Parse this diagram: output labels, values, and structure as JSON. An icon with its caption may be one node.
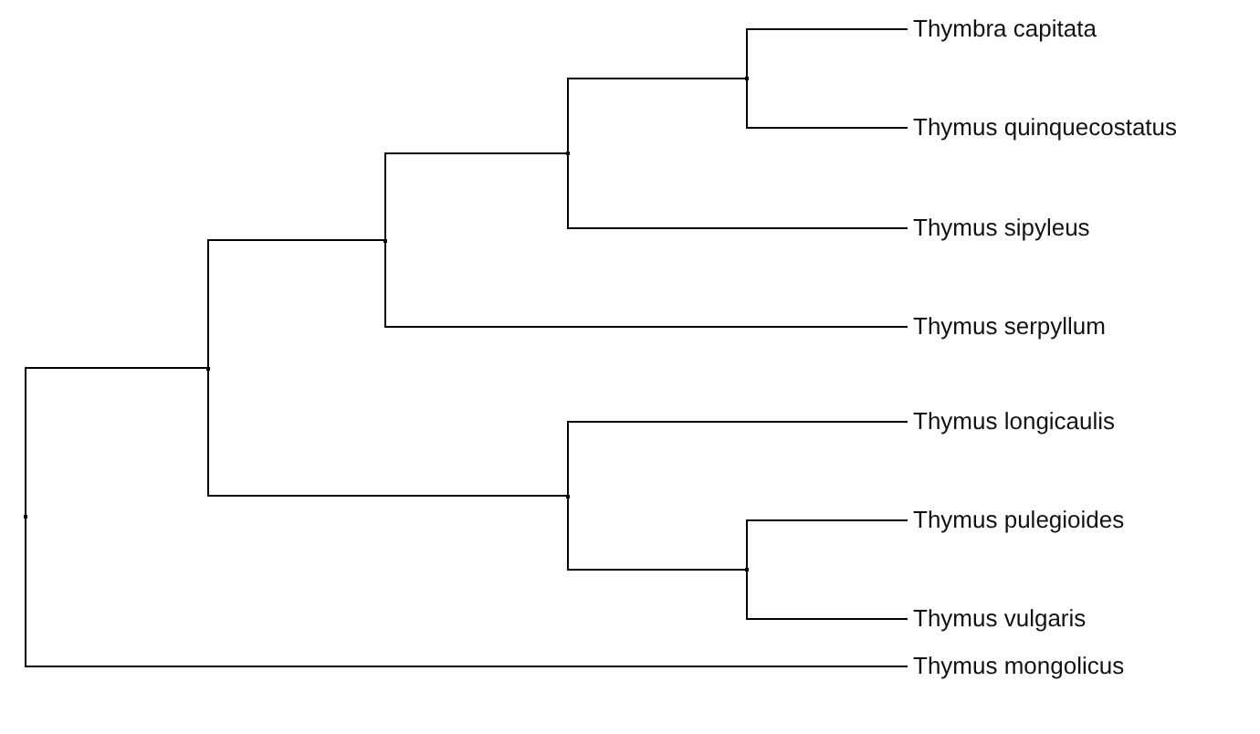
{
  "diagram": {
    "nodes": [
      {
        "text": [
          "Thymbra capitata"
        ]
      },
      {
        "text": [
          "Thymus quinquecostatus"
        ]
      },
      {
        "text": [
          "Thymus sipyleus"
        ]
      },
      {
        "text": [
          "Thymus serpyllum"
        ]
      },
      {
        "text": [
          "Thymus longicaulis"
        ]
      },
      {
        "text": [
          "Thymus pulegioides"
        ]
      },
      {
        "text": [
          "Thymus vulgaris"
        ]
      },
      {
        "text": [
          "Thymus mongolicus"
        ]
      },
      {
        "text": [],
        "shape": "point"
      },
      {
        "text": [],
        "shape": "point"
      },
      {
        "text": [],
        "shape": "point"
      },
      {
        "text": [],
        "shape": "point"
      },
      {
        "text": [],
        "shape": "point"
      },
      {
        "text": [],
        "shape": "point"
      },
      {
        "text": [],
        "shape": "point"
      }
    ],
    "edges": [
      {
        "from": 8,
        "to": 9,
        "arrow": "none"
      },
      {
        "from": 8,
        "to": 7,
        "arrow": "none"
      },
      {
        "from": 9,
        "to": 10,
        "arrow": "none"
      },
      {
        "from": 9,
        "to": 12,
        "arrow": "none"
      },
      {
        "from": 10,
        "to": 11,
        "arrow": "none"
      },
      {
        "from": 10,
        "to": 3,
        "arrow": "none"
      },
      {
        "from": 11,
        "to": 13,
        "arrow": "none"
      },
      {
        "from": 11,
        "to": 2,
        "arrow": "none"
      },
      {
        "from": 13,
        "to": 0,
        "arrow": "none"
      },
      {
        "from": 13,
        "to": 1,
        "arrow": "none"
      },
      {
        "from": 12,
        "to": 4,
        "arrow": "none"
      },
      {
        "from": 12,
        "to": 14,
        "arrow": "none"
      },
      {
        "from": 14,
        "to": 5,
        "arrow": "none"
      },
      {
        "from": 14,
        "to": 6,
        "arrow": "none"
      }
    ]
  }
}
